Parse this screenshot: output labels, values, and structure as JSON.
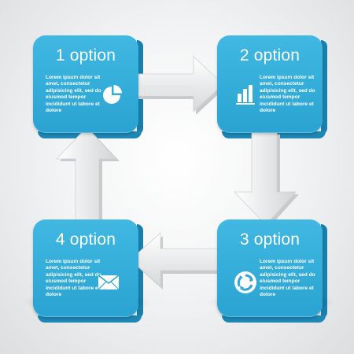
{
  "steps": [
    {
      "title": "1 option",
      "text": "Lorem ipsum dolor sit amet, consectetur adipisicing elit, sed do eiusmod tempor incididunt ut labore et dolore",
      "icon": "pie-chart-icon"
    },
    {
      "title": "2 option",
      "text": "Lorem ipsum dolor sit amet, consectetur adipisicing elit, sed do eiusmod tempor incididunt ut labore et dolore",
      "icon": "bar-chart-icon"
    },
    {
      "title": "3 option",
      "text": "Lorem ipsum dolor sit amet, consectetur adipisicing elit, sed do eiusmod tempor incididunt ut labore et dolore",
      "icon": "cycle-icon"
    },
    {
      "title": "4 option",
      "text": "Lorem ipsum dolor sit amet, consectetur adipisicing elit, sed do eiusmod tempor incididunt ut labore et dolore",
      "icon": "envelope-icon"
    }
  ],
  "colors": {
    "box": "#2ea6d6",
    "box_edge": "#1c7fab",
    "arrow": "#f2f2f2",
    "background": "#f0f1f2"
  }
}
